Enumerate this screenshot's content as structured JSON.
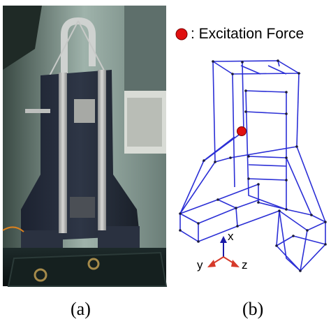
{
  "panel_a": {
    "caption": "(a)"
  },
  "panel_b": {
    "caption": "(b)",
    "legend": {
      "marker_color": "#e01010",
      "label": "Excitation Force"
    },
    "frame_color": "#2b2fd6",
    "node_color": "#1a1a3a",
    "axes": {
      "x_label": "x",
      "y_label": "y",
      "z_label": "z",
      "x_color": "#1a1aa8",
      "y_color": "#d63a2a",
      "z_color": "#d63a2a"
    }
  }
}
